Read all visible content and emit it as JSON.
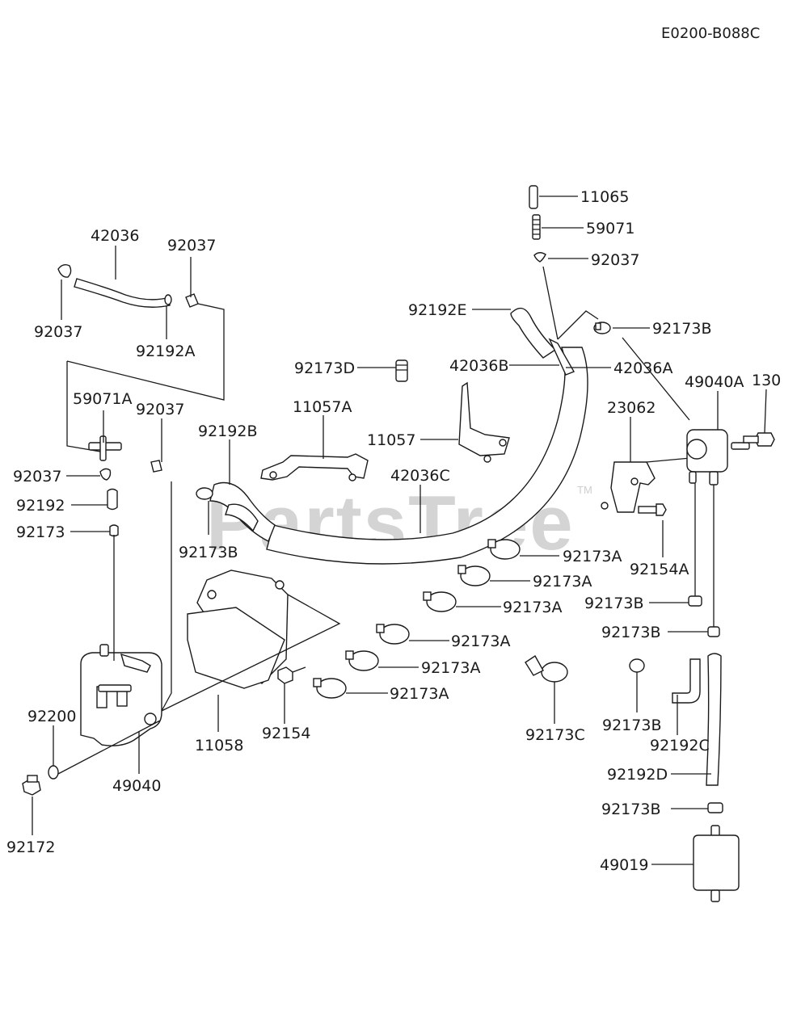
{
  "diagram_code": "E0200-B088C",
  "watermark": {
    "text": "PartsTree",
    "mark": "TM"
  },
  "labels": {
    "l11065": "11065",
    "l59071": "59071",
    "l92037_top": "92037",
    "l92192E": "92192E",
    "l92173B_top": "92173B",
    "l42036": "42036",
    "l92037_a": "92037",
    "l92037_b": "92037",
    "l92192A": "92192A",
    "l92173D": "92173D",
    "l42036B": "42036B",
    "l42036A": "42036A",
    "l49040A": "49040A",
    "l130": "130",
    "l11057A": "11057A",
    "l59071A": "59071A",
    "l92037_c": "92037",
    "l92192B": "92192B",
    "l11057": "11057",
    "l23062": "23062",
    "l42036C": "42036C",
    "l92037_d": "92037",
    "l92192": "92192",
    "l92173": "92173",
    "l92173B_left": "92173B",
    "l92173A_1": "92173A",
    "l92154A": "92154A",
    "l92173A_2": "92173A",
    "l92173B_r1": "92173B",
    "l92173A_3": "92173A",
    "l92173B_r2": "92173B",
    "l92173A_4": "92173A",
    "l92173A_5": "92173A",
    "l92173A_6": "92173A",
    "l92200": "92200",
    "l11058": "11058",
    "l92154": "92154",
    "l92173C": "92173C",
    "l92173B_r3": "92173B",
    "l92192C": "92192C",
    "l49040": "49040",
    "l92192D": "92192D",
    "l92173B_r4": "92173B",
    "l92172": "92172",
    "l49019": "49019"
  }
}
